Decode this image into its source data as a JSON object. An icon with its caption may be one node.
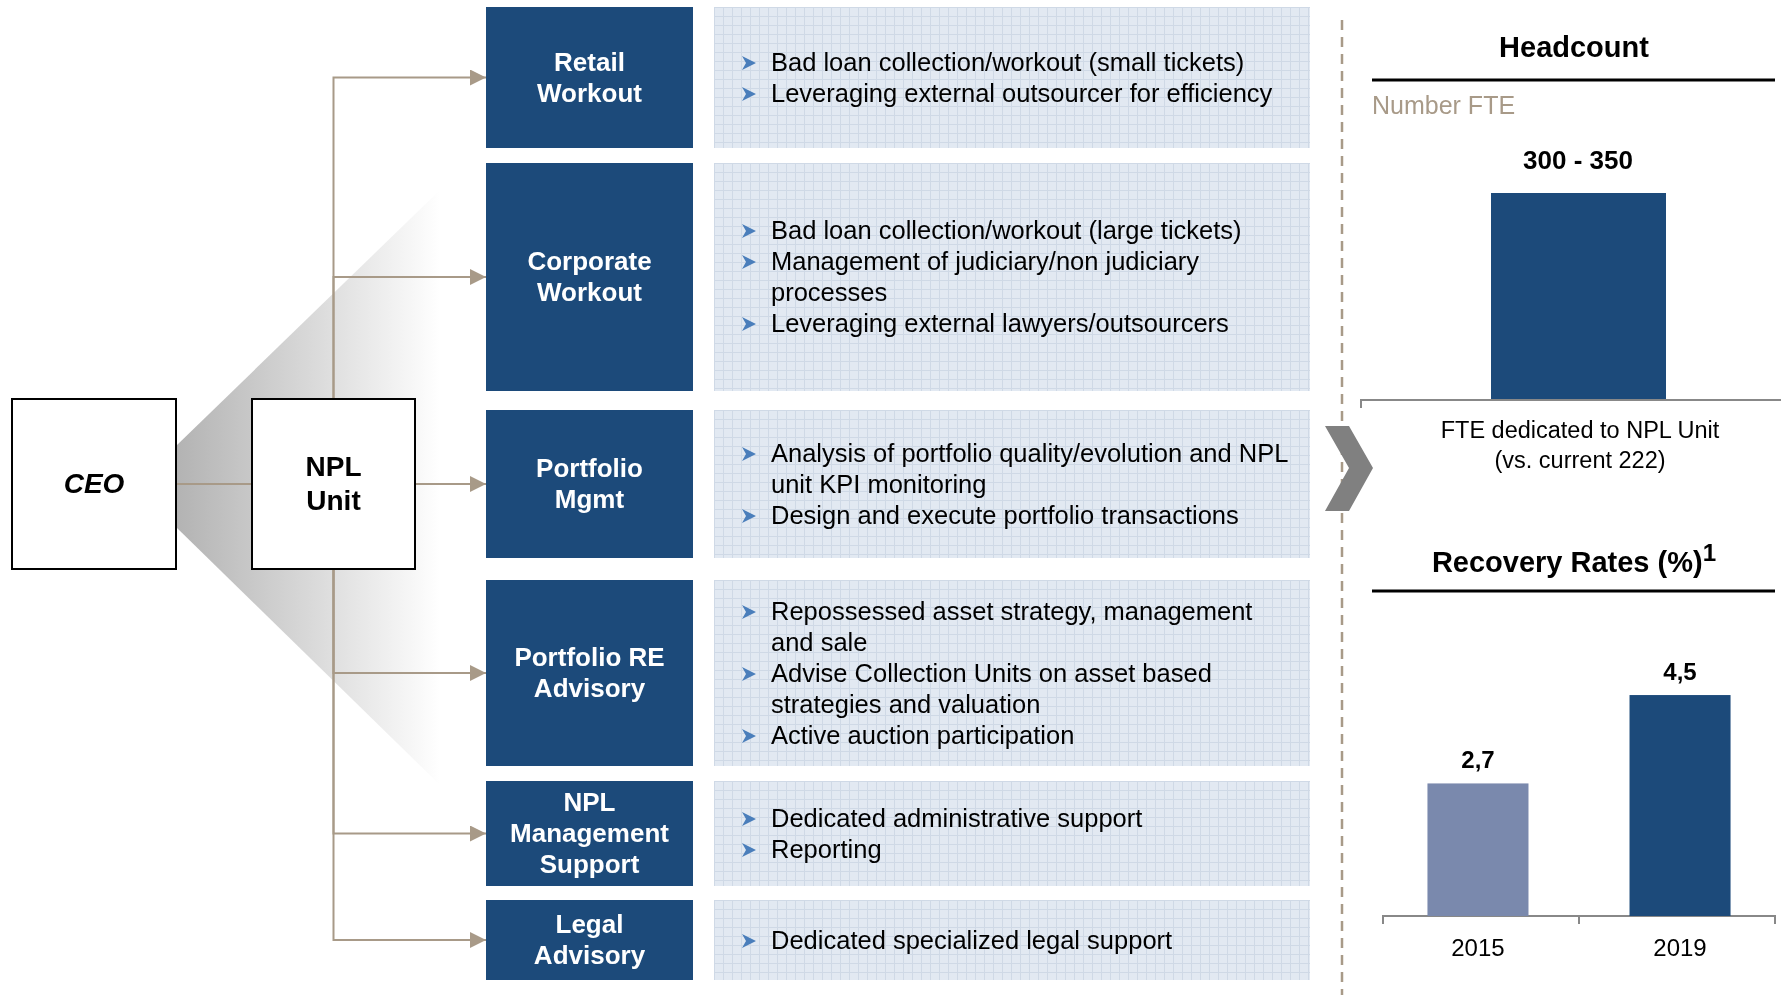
{
  "diagram": {
    "nodes": [
      {
        "text": [
          "CEO"
        ]
      },
      {
        "text": [
          "NPL Unit"
        ]
      },
      {
        "text": [
          "Retail Workout"
        ]
      },
      {
        "text": [
          "Bad loan collection/workout (small tickets)",
          "Leveraging external outsourcer for efficiency"
        ]
      },
      {
        "text": [
          "Corporate Workout"
        ]
      },
      {
        "text": [
          "Bad loan collection/workout (large tickets)",
          "Management of judiciary/non judiciary processes",
          "Leveraging external lawyers/outsourcers"
        ]
      },
      {
        "text": [
          "Portfolio Mgmt"
        ]
      },
      {
        "text": [
          "Analysis of portfolio quality/evolution and NPL unit KPI monitoring",
          "Design and execute portfolio transactions"
        ]
      },
      {
        "text": [
          "Portfolio RE Advisory"
        ]
      },
      {
        "text": [
          "Repossessed asset strategy, management and sale",
          "Advise Collection Units on asset based strategies and valuation",
          "Active auction participation"
        ]
      },
      {
        "text": [
          "NPL Management Support"
        ]
      },
      {
        "text": [
          "Dedicated administrative support",
          "Reporting"
        ]
      },
      {
        "text": [
          "Legal Advisory"
        ]
      },
      {
        "text": [
          "Dedicated specialized legal support"
        ]
      }
    ],
    "edges": [
      {
        "from": 0,
        "to": 1,
        "arrow": "none"
      },
      {
        "from": 1,
        "to": 2,
        "arrow": "to"
      },
      {
        "from": 1,
        "to": 4,
        "arrow": "to"
      },
      {
        "from": 1,
        "to": 6,
        "arrow": "to"
      },
      {
        "from": 1,
        "to": 8,
        "arrow": "to"
      },
      {
        "from": 1,
        "to": 10,
        "arrow": "to"
      },
      {
        "from": 1,
        "to": 12,
        "arrow": "to"
      }
    ],
    "labels": [
      "Headcount",
      "Number FTE",
      "300 - 350",
      "FTE dedicated to NPL Unit (vs. current 222)"
    ],
    "chart_data": {
      "type": "bar",
      "title": "Recovery Rates (%)$^{1}$",
      "categories": [
        "2015",
        "2019"
      ],
      "series": [
        {
          "color": "#7a89ad",
          "values": [
            2.7,
            null
          ],
          "value_labels": [
            "2,7",
            null
          ]
        },
        {
          "color": "#1c4a7a",
          "values": [
            null,
            4.5
          ],
          "value_labels": [
            null,
            "4,5"
          ]
        }
      ]
    }
  }
}
